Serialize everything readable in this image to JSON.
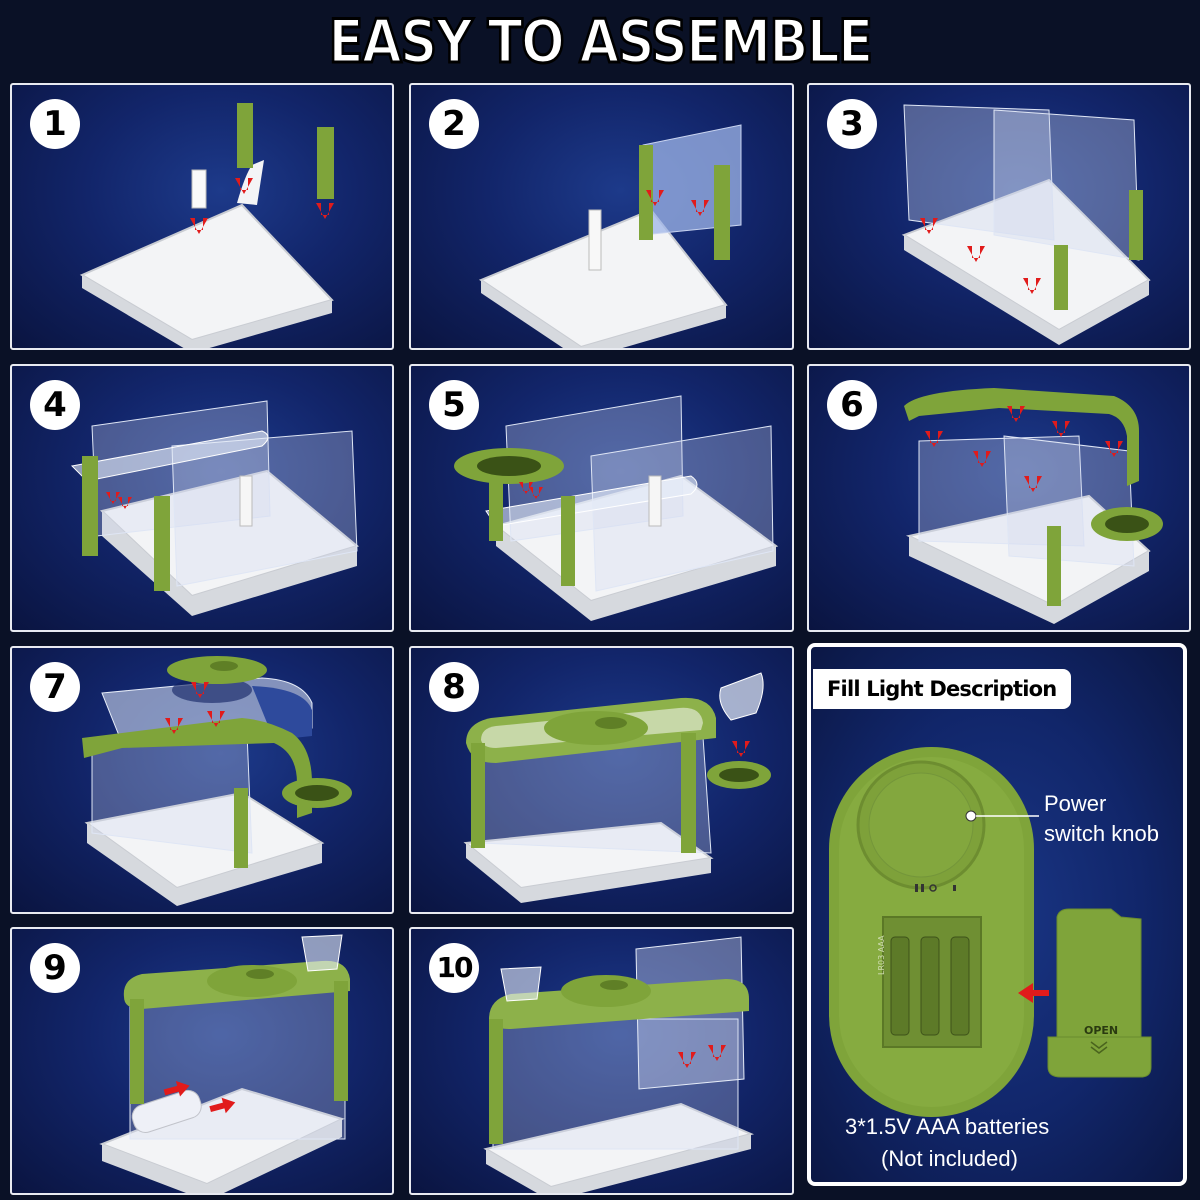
{
  "header": {
    "title": "EASY TO ASSEMBLE"
  },
  "steps": [
    {
      "number": "1"
    },
    {
      "number": "2"
    },
    {
      "number": "3"
    },
    {
      "number": "4"
    },
    {
      "number": "5"
    },
    {
      "number": "6"
    },
    {
      "number": "7"
    },
    {
      "number": "8"
    },
    {
      "number": "9"
    },
    {
      "number": "10"
    }
  ],
  "fill_light": {
    "label": "Fill Light Description",
    "knob_label_line1": "Power",
    "knob_label_line2": "switch knob",
    "battery_label_line1": "3*1.5V AAA batteries",
    "battery_label_line2": "(Not included)",
    "cover_text": "OPEN",
    "battery_text": "LR03 AAA"
  },
  "colors": {
    "background": "#0a1126",
    "panel_blue": "#12256a",
    "frame_green": "#7fa43a",
    "arrow_red": "#e11b1b",
    "base_white": "#f1f2f4"
  }
}
